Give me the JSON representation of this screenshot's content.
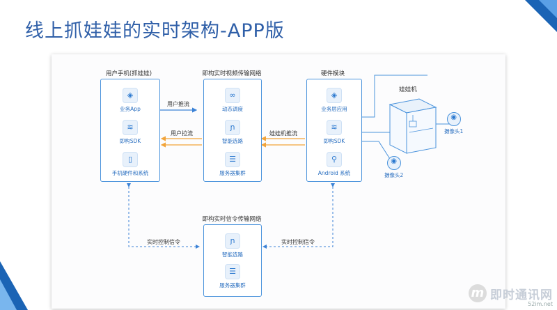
{
  "title": "线上抓娃娃的实时架构-APP版",
  "boxes": {
    "phone": {
      "title": "用户手机(抓娃娃)",
      "items": [
        {
          "label": "业务App",
          "icon": "cube-icon"
        },
        {
          "label": "即构SDK",
          "icon": "stack-icon"
        },
        {
          "label": "手机硬件和系统",
          "icon": "phone-icon"
        }
      ]
    },
    "video_network": {
      "title": "即构实时视频传输网络",
      "items": [
        {
          "label": "动态调度",
          "icon": "link-icon"
        },
        {
          "label": "智能选路",
          "icon": "route-icon"
        },
        {
          "label": "服务器集群",
          "icon": "server-icon"
        }
      ]
    },
    "hardware": {
      "title": "硬件模块",
      "items": [
        {
          "label": "业务层应用",
          "icon": "cube-icon"
        },
        {
          "label": "即构SDK",
          "icon": "stack-icon"
        },
        {
          "label": "Android 系统",
          "icon": "android-icon"
        }
      ]
    },
    "signal_network": {
      "title": "即构实时信令传输网络",
      "items": [
        {
          "label": "智能选路",
          "icon": "route-icon"
        },
        {
          "label": "服务器集群",
          "icon": "server-icon"
        }
      ]
    }
  },
  "flows": {
    "user_push": "用户推流",
    "user_pull": "用户拉流",
    "machine_push": "娃娃机推流",
    "ctrl_left": "实时控制信令",
    "ctrl_right": "实时控制信令"
  },
  "machine": {
    "label": "娃娃机",
    "cam1": "摄像头1",
    "cam2": "摄像头2"
  },
  "watermark": {
    "logo": "m",
    "text": "即时通讯网",
    "url": "52im.net"
  },
  "colors": {
    "title": "#2f5fa8",
    "box_border": "#4a93dc",
    "arrow_blue": "#3b82d6",
    "arrow_orange": "#f2a43a"
  }
}
